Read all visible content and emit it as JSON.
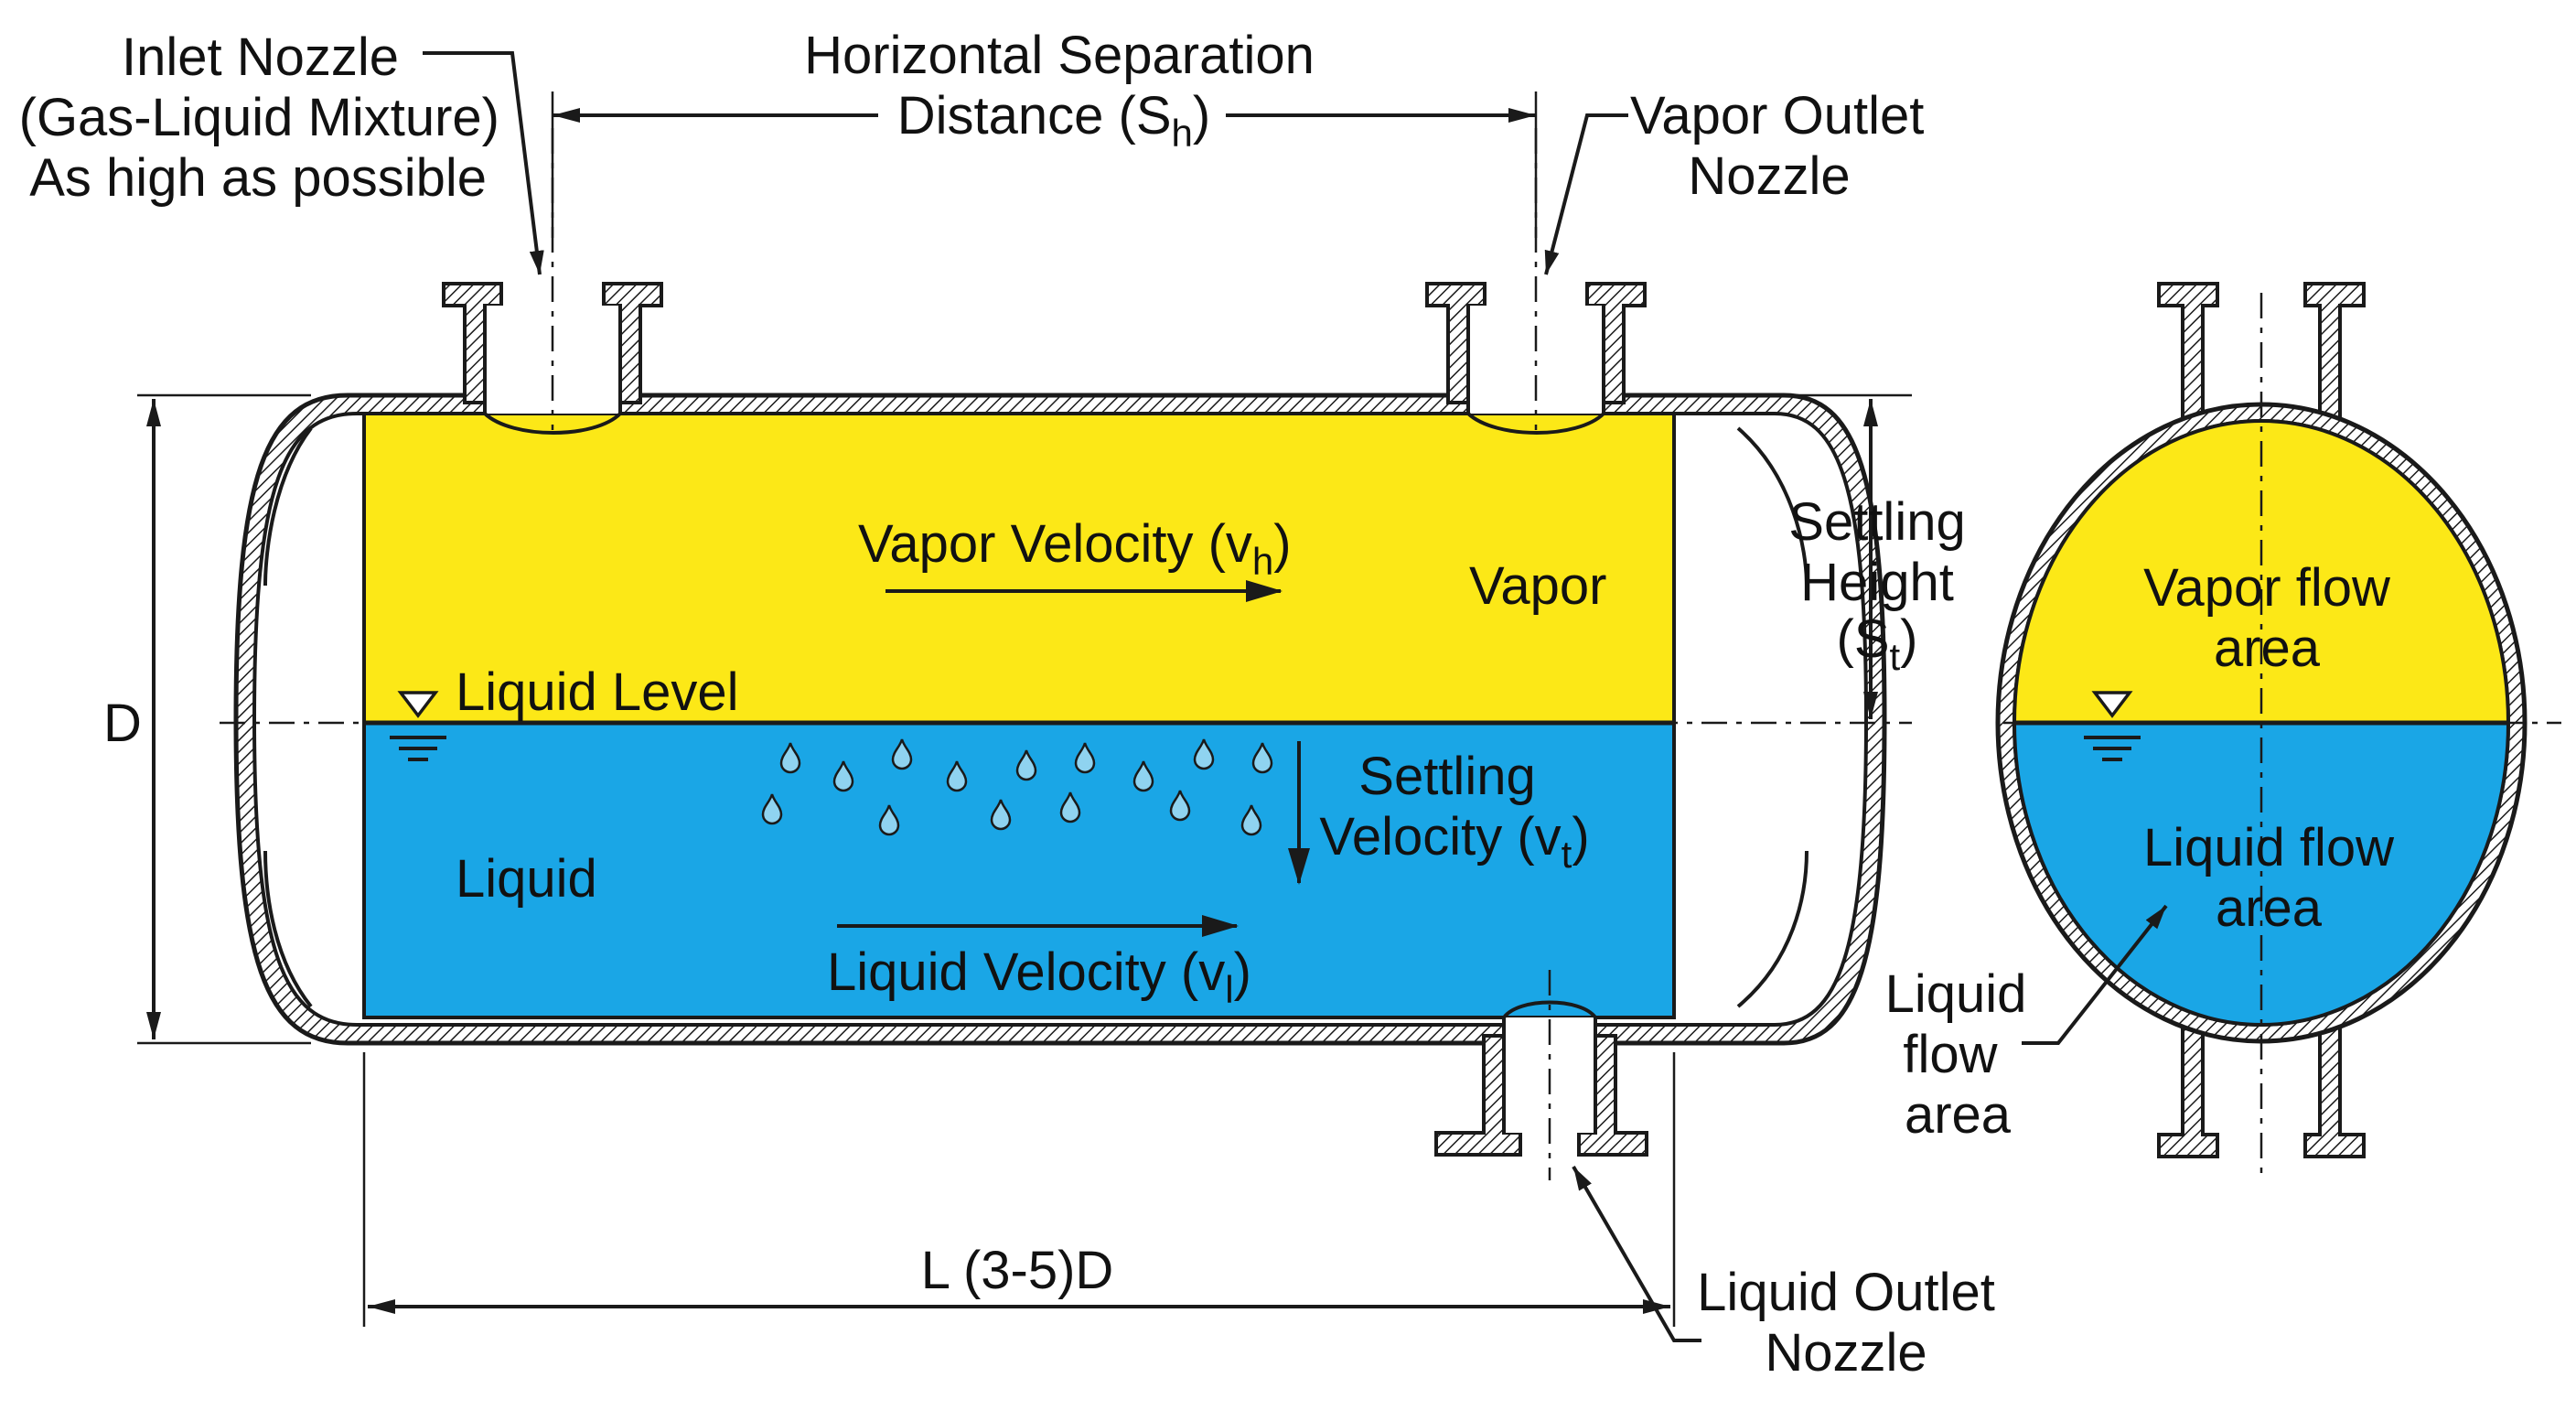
{
  "colors": {
    "vapor": "#FCE817",
    "liquid": "#1AA6E6",
    "hatch": "#1a1a1a",
    "droplet": "#8FD3F0"
  },
  "labels": {
    "inlet_nozzle": [
      "Inlet Nozzle",
      "(Gas-Liquid Mixture)",
      "As high as possible"
    ],
    "horizontal_separation": {
      "line1": "Horizontal Separation",
      "line2_main": "Distance (S",
      "line2_sub": "h",
      "line2_end": ")"
    },
    "vapor_outlet": [
      "Vapor Outlet",
      "Nozzle"
    ],
    "vapor_velocity": {
      "main": "Vapor Velocity (v",
      "sub": "h",
      "end": ")"
    },
    "vapor": "Vapor",
    "settling_height": {
      "line1": "Settling",
      "line2": "Height",
      "line3_main": "(S",
      "line3_sub": "t",
      "line3_end": ")"
    },
    "liquid_level": "Liquid Level",
    "diameter": "D",
    "settling_velocity": {
      "line1": "Settling",
      "line2_main": "Velocity (v",
      "line2_sub": "t",
      "line2_end": ")"
    },
    "liquid": "Liquid",
    "liquid_velocity": {
      "main": "Liquid Velocity (v",
      "sub": "l",
      "end": ")"
    },
    "length": "L (3-5)D",
    "liquid_outlet": [
      "Liquid Outlet",
      "Nozzle"
    ],
    "vapor_flow_area": [
      "Vapor flow",
      "area"
    ],
    "liquid_flow_area_inside": [
      "Liquid flow",
      "area"
    ],
    "liquid_flow_area_callout": [
      "Liquid",
      "flow",
      "area"
    ]
  },
  "icons": [
    "liquid-level-triangle-icon",
    "flow-arrow-icon",
    "droplet-icon"
  ]
}
